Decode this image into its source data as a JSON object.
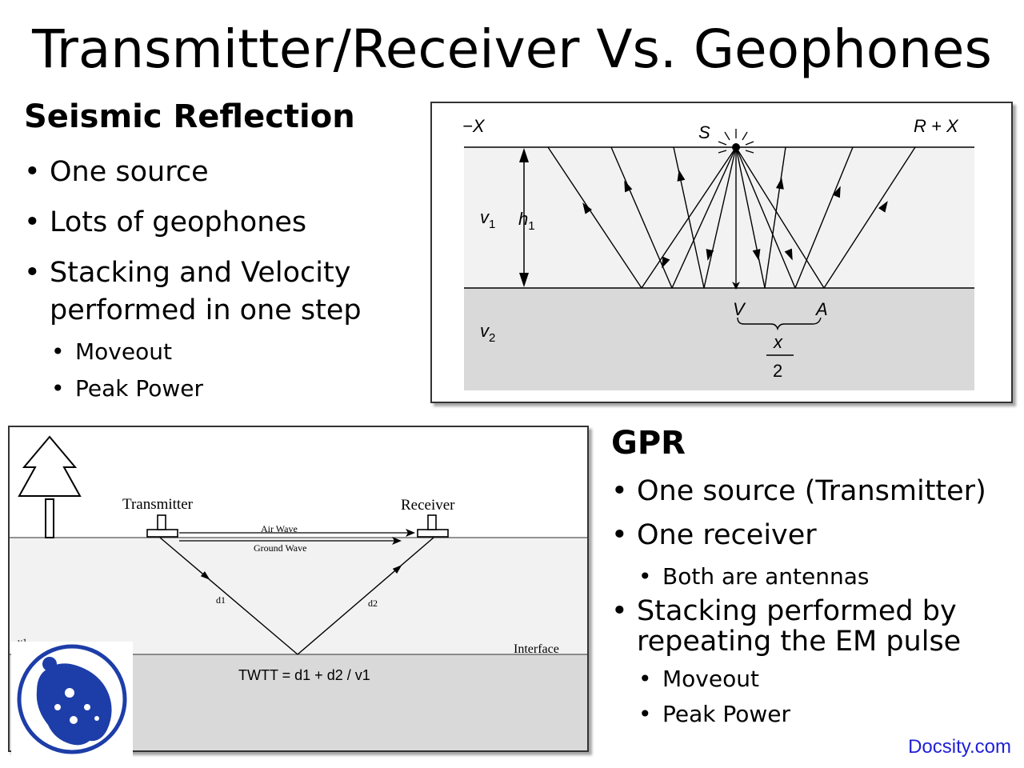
{
  "title": "Transmitter/Receiver Vs. Geophones",
  "seismic": {
    "heading": "Seismic Reflection",
    "bullets": [
      "One source",
      "Lots of geophones",
      "Stacking and Velocity performed in one step"
    ],
    "sub_bullets": [
      "Moveout",
      "Peak Power"
    ]
  },
  "gpr": {
    "heading": "GPR",
    "bullets": [
      "One source (Transmitter)",
      "One receiver",
      "Stacking performed by repeating the EM pulse"
    ],
    "sub_bullets_receiver": [
      "Both are antennas"
    ],
    "sub_bullets_stacking": [
      "Moveout",
      "Peak Power"
    ]
  },
  "seismic_diagram": {
    "label_minus_x": "−X",
    "label_source": "S",
    "label_plus_x": "R + X",
    "label_v1": "v",
    "label_v1_sub": "1",
    "label_h1": "h",
    "label_h1_sub": "1",
    "label_v2": "v",
    "label_v2_sub": "2",
    "label_V": "V",
    "label_A": "A",
    "label_frac_num": "x",
    "label_frac_den": "2"
  },
  "gpr_diagram": {
    "transmitter": "Transmitter",
    "receiver": "Receiver",
    "air_wave": "Air Wave",
    "ground_wave": "Ground Wave",
    "d1": "d1",
    "d2": "d2",
    "v1": "v1",
    "interface": "Interface",
    "twtt": "TWTT = d1 + d2 / v1"
  },
  "footer": "Docsity.com",
  "colors": {
    "layer_upper": "#f2f2f2",
    "layer_lower": "#d9d9d9",
    "logo_blue": "#1d3ea8",
    "footer_link": "#1f1fd6"
  }
}
